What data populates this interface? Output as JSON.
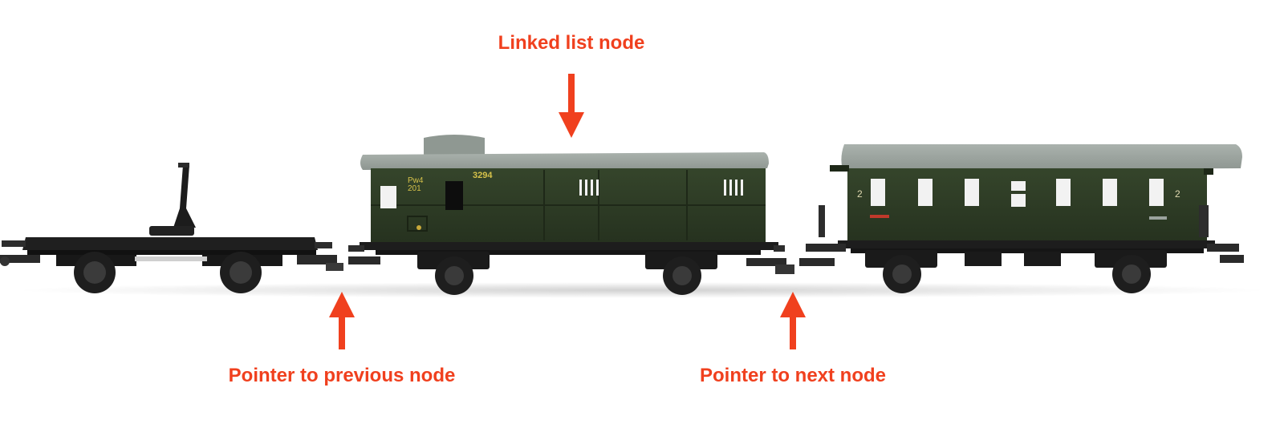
{
  "labels": {
    "node": "Linked list node",
    "previous": "Pointer to previous node",
    "next": "Pointer to next node"
  },
  "wagon_markings": {
    "baggage_number": "3294",
    "baggage_class": "Pw4\n201",
    "coach_class_left": "2",
    "coach_class_right": "2"
  },
  "colors": {
    "annotation": "#f0401e",
    "car_body": "#2f3d26",
    "roof": "#9aa39e",
    "chassis": "#1b1b1b",
    "background": "#ffffff"
  },
  "icons": [
    "arrow-down-icon",
    "arrow-up-icon"
  ]
}
